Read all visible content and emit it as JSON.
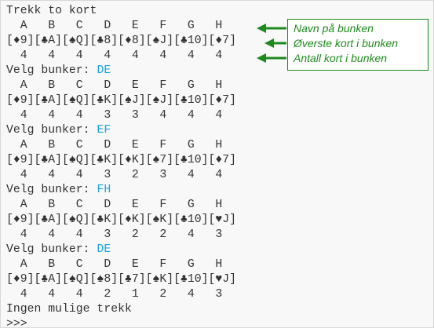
{
  "console": {
    "lines": [
      {
        "text": "Trekk to kort"
      },
      {
        "text": "  A   B   C   D   E   F   G   H"
      },
      {
        "text": "[♦9][♣A][♠Q][♣8][♦8][♠J][♣10][♦7]"
      },
      {
        "text": "  4   4   4   4   4   4   4   4"
      },
      {
        "text": "Velg bunker: ",
        "input": "DE"
      },
      {
        "text": "  A   B   C   D   E   F   G   H"
      },
      {
        "text": "[♦9][♣A][♠Q][♣K][♠J][♠J][♣10][♦7]"
      },
      {
        "text": "  4   4   4   3   3   4   4   4"
      },
      {
        "text": "Velg bunker: ",
        "input": "EF"
      },
      {
        "text": "  A   B   C   D   E   F   G   H"
      },
      {
        "text": "[♦9][♣A][♠Q][♣K][♦K][♠7][♣10][♦7]"
      },
      {
        "text": "  4   4   4   3   2   3   4   4"
      },
      {
        "text": "Velg bunker: ",
        "input": "FH"
      },
      {
        "text": "  A   B   C   D   E   F   G   H"
      },
      {
        "text": "[♦9][♣A][♠Q][♣K][♦K][♠K][♣10][♥J]"
      },
      {
        "text": "  4   4   4   3   2   2   4   3"
      },
      {
        "text": "Velg bunker: ",
        "input": "DE"
      },
      {
        "text": "  A   B   C   D   E   F   G   H"
      },
      {
        "text": "[♦9][♣A][♠Q][♠8][♣7][♠K][♣10][♥J]"
      },
      {
        "text": "  4   4   4   2   1   2   4   3"
      },
      {
        "text": "Ingen mulige trekk"
      },
      {
        "text": ">>>"
      }
    ]
  },
  "annotations": {
    "pile_names": "Navn på bunken",
    "top_card": "Øverste kort i bunken",
    "card_count": "Antall kort i bunken"
  },
  "colors": {
    "console_text": "#333333",
    "input_text": "#1fa3d9",
    "annotation": "#1e8a1e",
    "background": "#f8f8f8"
  }
}
